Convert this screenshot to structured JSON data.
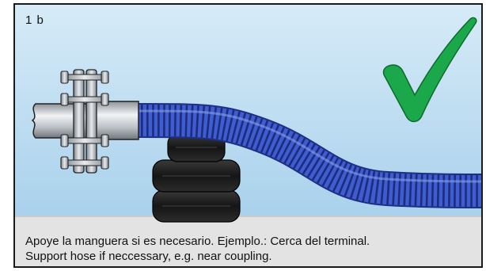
{
  "panel": {
    "label": "1 b"
  },
  "caption": {
    "line_es": "Apoye la manguera si es necesario. Ejemplo.: Cerca del terminal.",
    "line_en": "Support hose if neccessary, e.g. near coupling."
  },
  "status": {
    "indicator": "check-mark-icon",
    "meaning": "correct"
  },
  "colors": {
    "sky_top": "#cfe6f5",
    "sky_bottom": "#a9d1ec",
    "ground": "#e2e2e2",
    "hose": "#3b58c6",
    "hose_dark": "#1e2f86",
    "checkmark": "#18a84a",
    "tyre": "#1a1a1a",
    "metal": "#c9ccd0"
  }
}
